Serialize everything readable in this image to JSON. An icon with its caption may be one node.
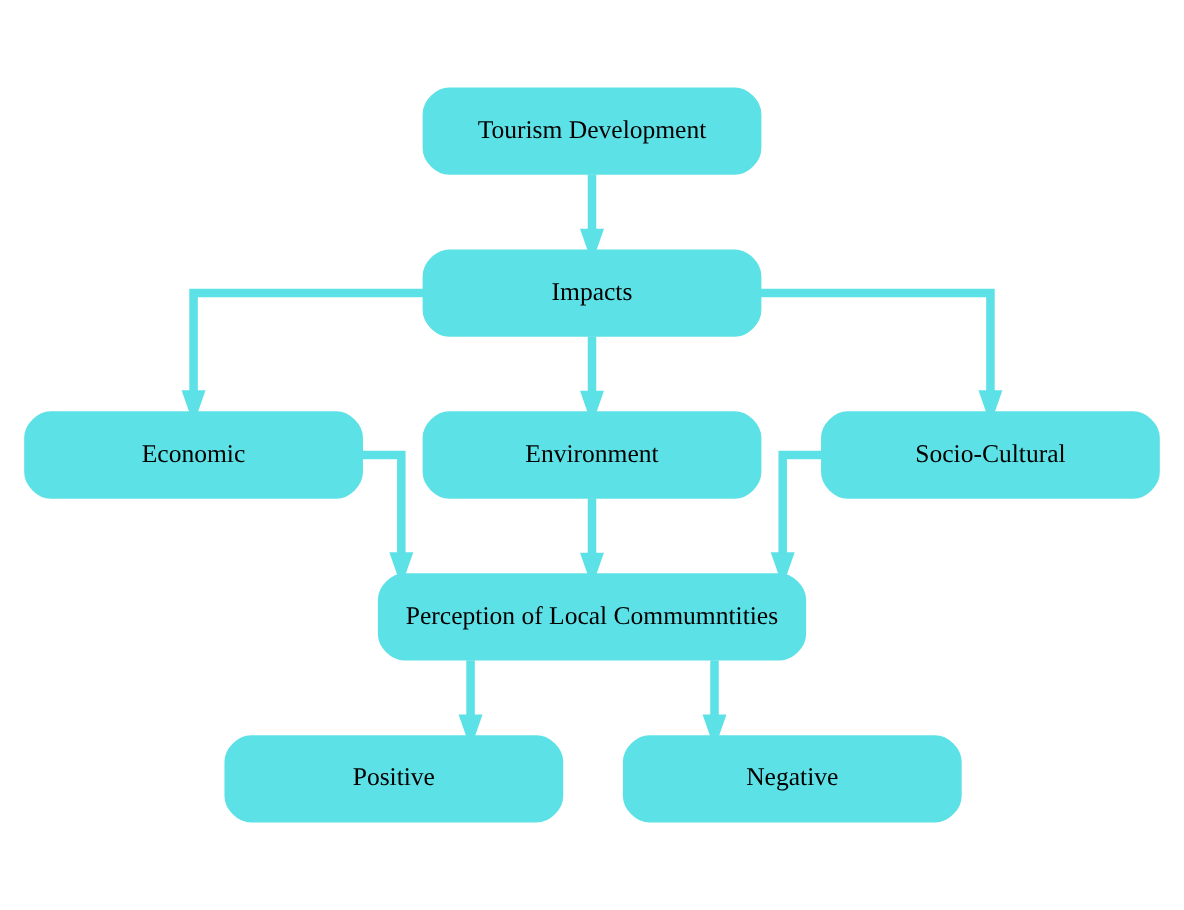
{
  "diagram": {
    "nodes": [
      {
        "text": [
          "Tourism Development"
        ]
      },
      {
        "text": [
          "Impacts"
        ]
      },
      {
        "text": [
          "Economic"
        ]
      },
      {
        "text": [
          "Environment"
        ]
      },
      {
        "text": [
          "Socio-Cultural"
        ]
      },
      {
        "text": [
          "Perception of Local Commumntities"
        ]
      },
      {
        "text": [
          "Positive"
        ]
      },
      {
        "text": [
          "Negative"
        ]
      }
    ],
    "edges": [
      {
        "from": 0,
        "to": 1,
        "arrow": "to"
      },
      {
        "from": 1,
        "to": 2,
        "arrow": "to"
      },
      {
        "from": 1,
        "to": 3,
        "arrow": "to"
      },
      {
        "from": 1,
        "to": 4,
        "arrow": "to"
      },
      {
        "from": 2,
        "to": 5,
        "arrow": "to"
      },
      {
        "from": 3,
        "to": 5,
        "arrow": "to"
      },
      {
        "from": 4,
        "to": 5,
        "arrow": "to"
      },
      {
        "from": 5,
        "to": 6,
        "arrow": "to"
      },
      {
        "from": 5,
        "to": 7,
        "arrow": "to"
      }
    ]
  }
}
